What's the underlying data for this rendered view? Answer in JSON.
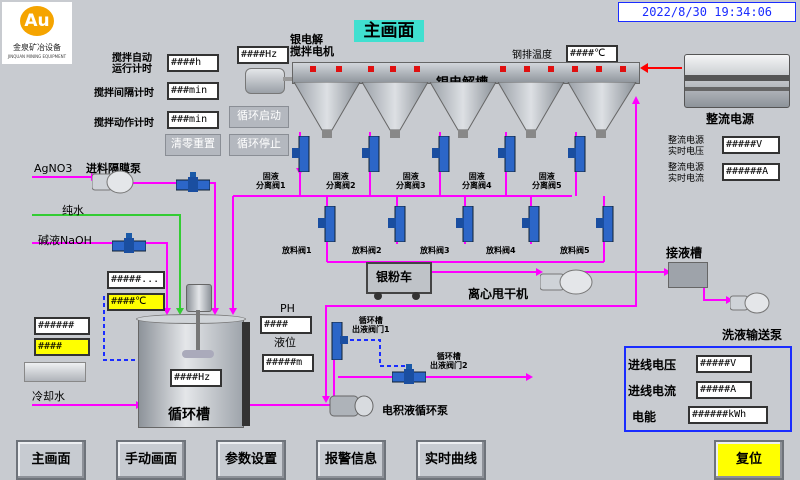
{
  "header": {
    "logo_text": "Au",
    "logo_caption": "金泉矿冶设备",
    "logo_sub": "JINQUAN MINING EQUIPMENT",
    "title": "主画面",
    "datetime": "2022/8/30 19:34:06"
  },
  "controls": {
    "stir_auto_label": "搅拌自动\n运行计时",
    "stir_auto_value": "####h",
    "stir_interval_label": "搅拌间隔计时",
    "stir_interval_value": "###min",
    "stir_action_label": "搅拌动作计时",
    "stir_action_value": "###min",
    "cycle_start": "循环启动",
    "reset_clear": "清零重置",
    "cycle_stop": "循环停止"
  },
  "electrolysis": {
    "motor_freq": "####Hz",
    "motor_label": "银电解\n搅拌电机",
    "tank_label": "银电解槽",
    "temp_label": "钢排温度",
    "temp_value": "####℃",
    "rectifier_label": "整流电源",
    "rect_v_label": "整流电源\n实时电压",
    "rect_v_value": "#####V",
    "rect_a_label": "整流电源\n实时电流",
    "rect_a_value": "######A",
    "solid_valves": [
      "固液\n分离阀1",
      "固液\n分离阀2",
      "固液\n分离阀3",
      "固液\n分离阀4",
      "固液\n分离阀5"
    ],
    "drain_valves": [
      "放料阀1",
      "放料阀2",
      "放料阀3",
      "放料阀4",
      "放料阀5"
    ]
  },
  "feeds": {
    "agno3": "AgNO3",
    "pump": "进料隔膜泵",
    "pure_water": "纯水",
    "naoh": "碱液NaOH",
    "cooling_water": "冷却水"
  },
  "circ_tank": {
    "field1": "#####...",
    "temp": "####℃",
    "left1": "######",
    "left2": "####",
    "freq": "####Hz",
    "ph_label": "PH",
    "ph_value": "####",
    "level_label": "液位",
    "level_value": "#####m",
    "label": "循环槽",
    "pump_label": "电积液循环泵"
  },
  "downstream": {
    "silver_cart": "银粉车",
    "centrifuge": "离心甩干机",
    "receiver": "接液槽",
    "wash_pump": "洗液输送泵",
    "out_valve1": "循环槽\n出液阀门1",
    "out_valve2": "循环槽\n出液阀门2"
  },
  "power": {
    "v_label": "进线电压",
    "v_value": "#####V",
    "a_label": "进线电流",
    "a_value": "#####A",
    "e_label": "电能",
    "e_value": "######kWh"
  },
  "nav": {
    "main": "主画面",
    "manual": "手动画面",
    "params": "参数设置",
    "alarm": "报警信息",
    "trend": "实时曲线",
    "reset": "复位"
  },
  "colors": {
    "title_bg": "#40e0d0",
    "pipe_magenta": "#ff00ff",
    "pipe_green": "#33cc33",
    "pipe_blue": "#1a2cff",
    "reset_yellow": "#ffff00"
  }
}
